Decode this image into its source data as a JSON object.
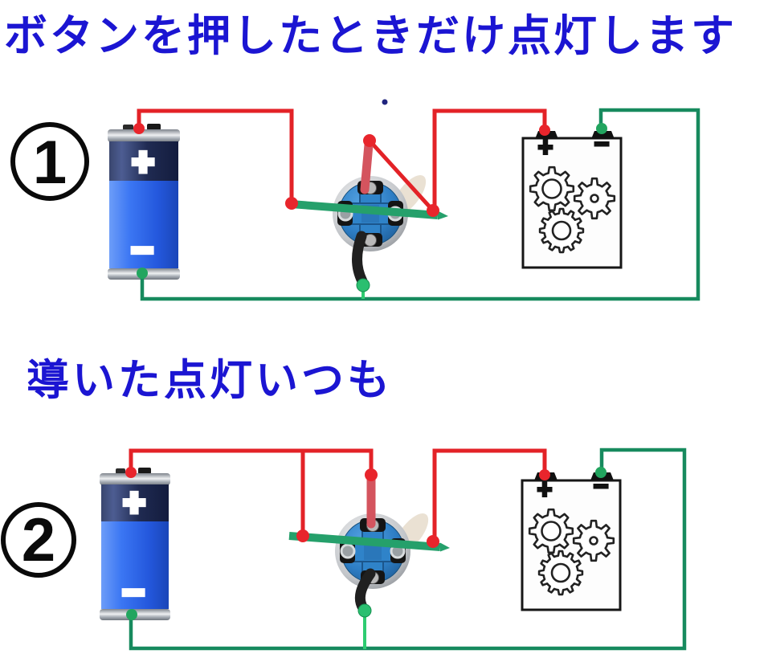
{
  "page": {
    "background": "#ffffff"
  },
  "section1": {
    "title": "ボタンを押したときだけ点灯します",
    "step_number": "1",
    "battery_positive_label": "+",
    "battery_negative_label": "−",
    "device_positive_label": "+",
    "device_negative_label": "−"
  },
  "section2": {
    "title": "導いた点灯いつも",
    "step_number": "2",
    "battery_positive_label": "+",
    "battery_negative_label": "−",
    "device_positive_label": "+",
    "device_negative_label": "−"
  },
  "colors": {
    "title_text": "#1b15d2",
    "wire_red": "#e32227",
    "wire_red_stub": "#d4545e",
    "wire_green": "#178a5e",
    "wire_green_bright": "#2ecc71",
    "wire_black": "#202020",
    "switch_blue": "#2e7ec5",
    "battery_top_navy": "#202b52",
    "battery_bottom_blue": "#2f6df2",
    "junction_dot_red": "#e8252c",
    "junction_dot_green": "#22a55f"
  },
  "icons": {
    "battery": "battery-icon",
    "switch": "push-button-switch-icon",
    "load_device": "gearbox-device-icon",
    "gear": "gear-icon"
  }
}
